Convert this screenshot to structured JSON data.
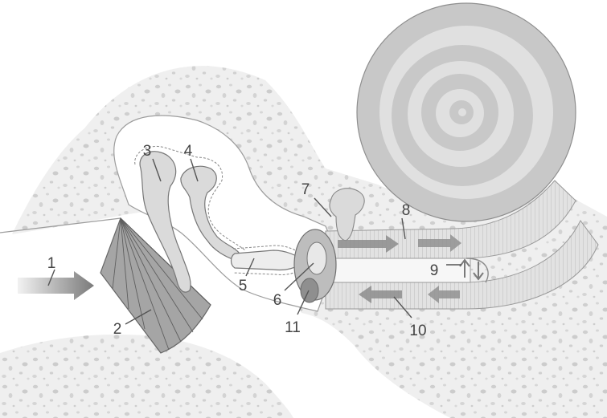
{
  "colors": {
    "bone": "#eeeeee",
    "bone_pores": "#d2d2d2",
    "cavity": "#ffffff",
    "cochlea_outer": "#c8c8c8",
    "cochlea_inner": "#dedede",
    "membrane": "#9a9a9a",
    "ossicle": "#dadada",
    "arrow": "#8a8a8a",
    "label": "#444444"
  },
  "labels": [
    {
      "id": "1",
      "text": "1"
    },
    {
      "id": "2",
      "text": "2"
    },
    {
      "id": "3",
      "text": "3"
    },
    {
      "id": "4",
      "text": "4"
    },
    {
      "id": "5",
      "text": "5"
    },
    {
      "id": "6",
      "text": "6"
    },
    {
      "id": "7",
      "text": "7"
    },
    {
      "id": "8",
      "text": "8"
    },
    {
      "id": "9",
      "text": "9"
    },
    {
      "id": "10",
      "text": "10"
    },
    {
      "id": "11",
      "text": "11"
    }
  ]
}
